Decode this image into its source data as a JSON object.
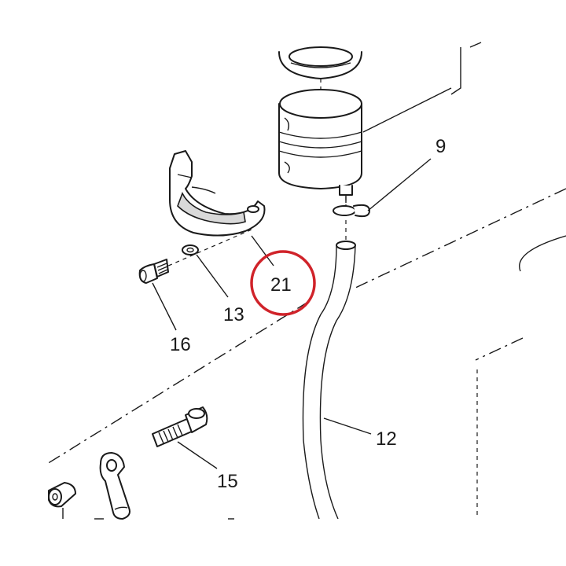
{
  "highlight_color": "#d0232a",
  "callouts": {
    "c9": "9",
    "c12": "12",
    "c13": "13",
    "c15": "15",
    "c16": "16",
    "c21": "21"
  }
}
